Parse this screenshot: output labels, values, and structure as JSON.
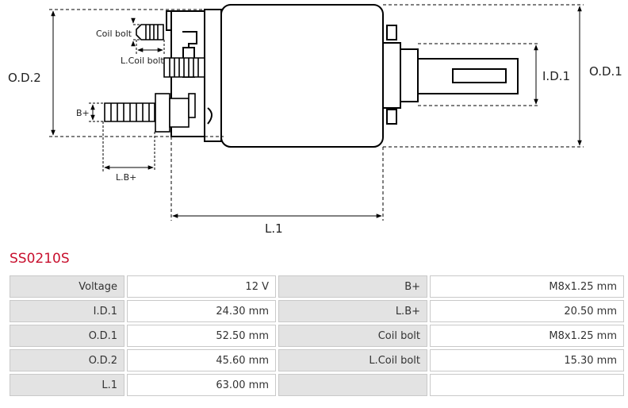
{
  "diagram": {
    "labels": {
      "coil_bolt": "Coil bolt",
      "l_coil_bolt": "L.Coil bolt",
      "b_plus": "B+",
      "l_b_plus": "L.B+",
      "od2": "O.D.2",
      "od1": "O.D.1",
      "id1": "I.D.1",
      "l1": "L.1"
    }
  },
  "part": {
    "code": "SS0210S"
  },
  "specs": {
    "rows": [
      {
        "label1": "Voltage",
        "value1": "12 V",
        "label2": "B+",
        "value2": "M8x1.25 mm"
      },
      {
        "label1": "I.D.1",
        "value1": "24.30 mm",
        "label2": "L.B+",
        "value2": "20.50 mm"
      },
      {
        "label1": "O.D.1",
        "value1": "52.50 mm",
        "label2": "Coil bolt",
        "value2": "M8x1.25 mm"
      },
      {
        "label1": "O.D.2",
        "value1": "45.60 mm",
        "label2": "L.Coil bolt",
        "value2": "15.30 mm"
      },
      {
        "label1": "L.1",
        "value1": "63.00 mm",
        "label2": "",
        "value2": ""
      }
    ]
  }
}
